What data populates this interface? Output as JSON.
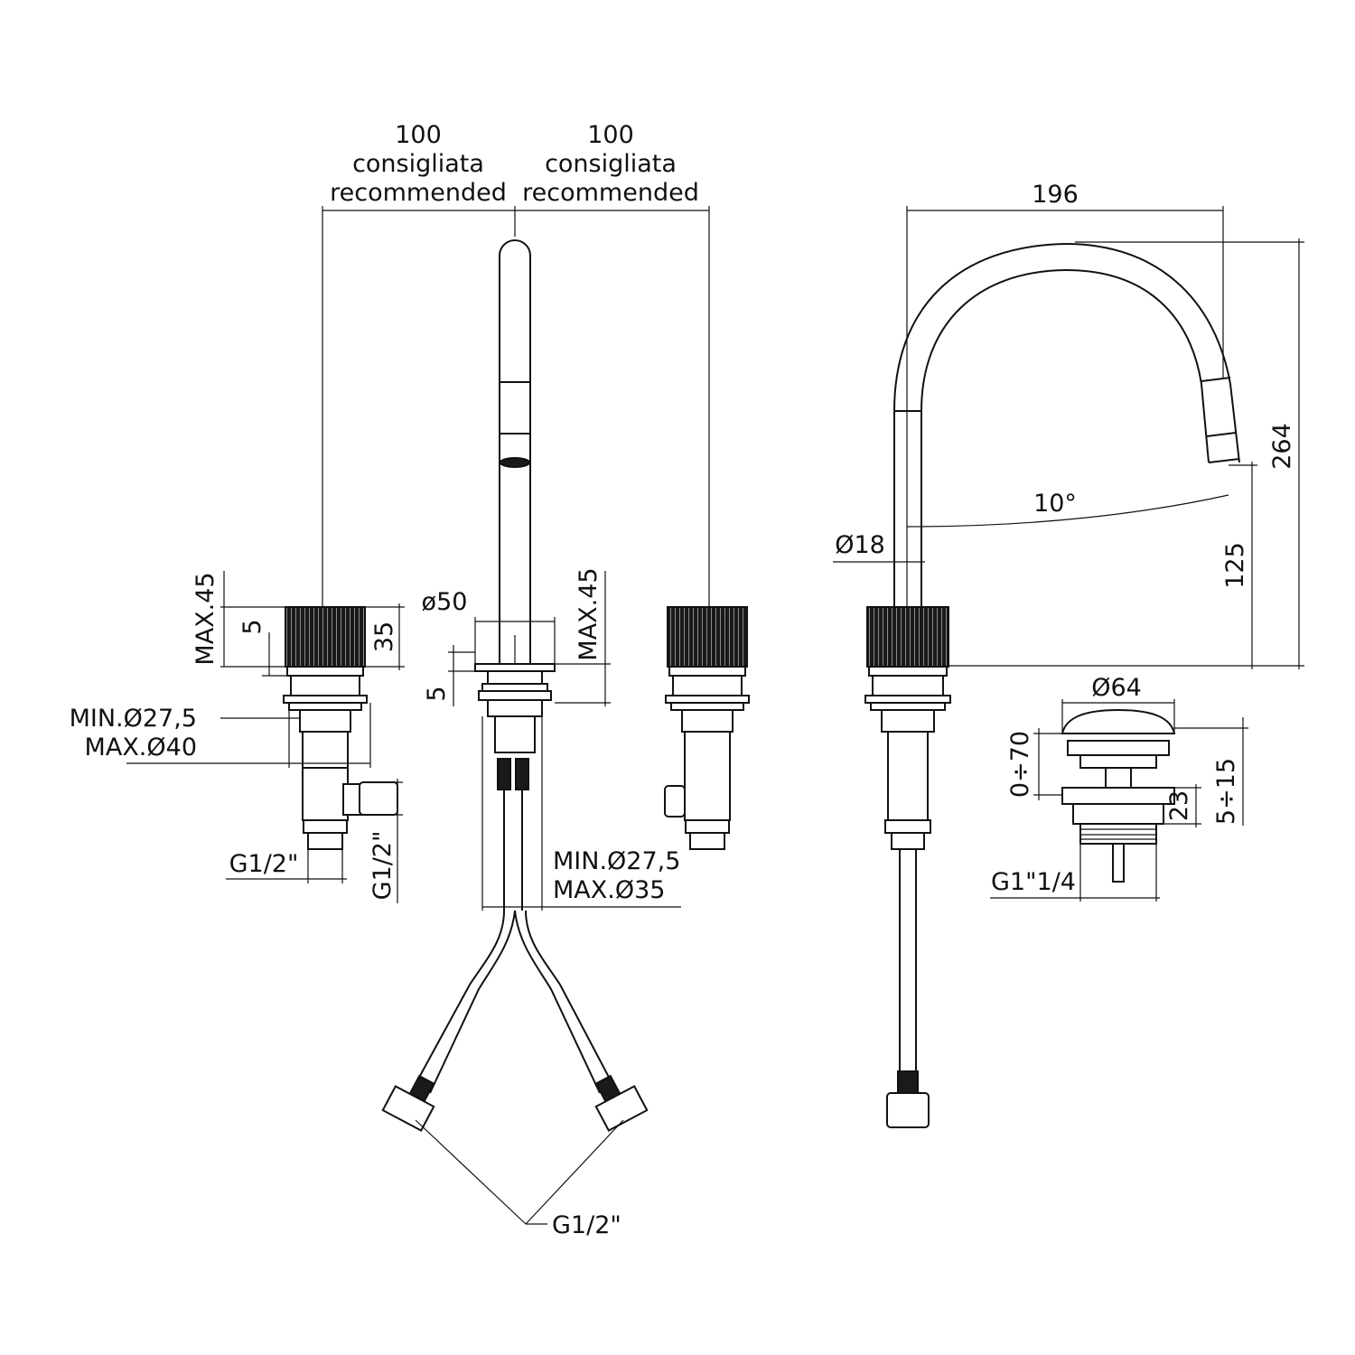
{
  "dimensions": {
    "spacing_left": {
      "value": "100",
      "line1": "consigliata",
      "line2": "recommended"
    },
    "spacing_right": {
      "value": "100",
      "line1": "consigliata",
      "line2": "recommended"
    },
    "left_valve": {
      "max_height": "MAX.45",
      "ring_offset": "5",
      "handle_height": "35",
      "hole_min": "MIN.Ø27,5",
      "hole_max": "MAX.Ø40",
      "outlet_thread": "G1/2\"",
      "side_thread": "G1/2\""
    },
    "spout_base": {
      "diameter": "ø50",
      "max_height": "MAX.45",
      "ring_offset": "5",
      "hole_min": "MIN.Ø27,5",
      "hole_max": "MAX.Ø35",
      "hose_thread": "G1/2\""
    },
    "side_view": {
      "reach": "196",
      "height": "264",
      "angle": "10°",
      "pipe_diameter": "Ø18",
      "outlet_height": "125"
    },
    "drain": {
      "diameter": "Ø64",
      "opening": "0÷70",
      "height": "23",
      "thickness": "5÷15",
      "thread": "G1\"1/4"
    }
  }
}
